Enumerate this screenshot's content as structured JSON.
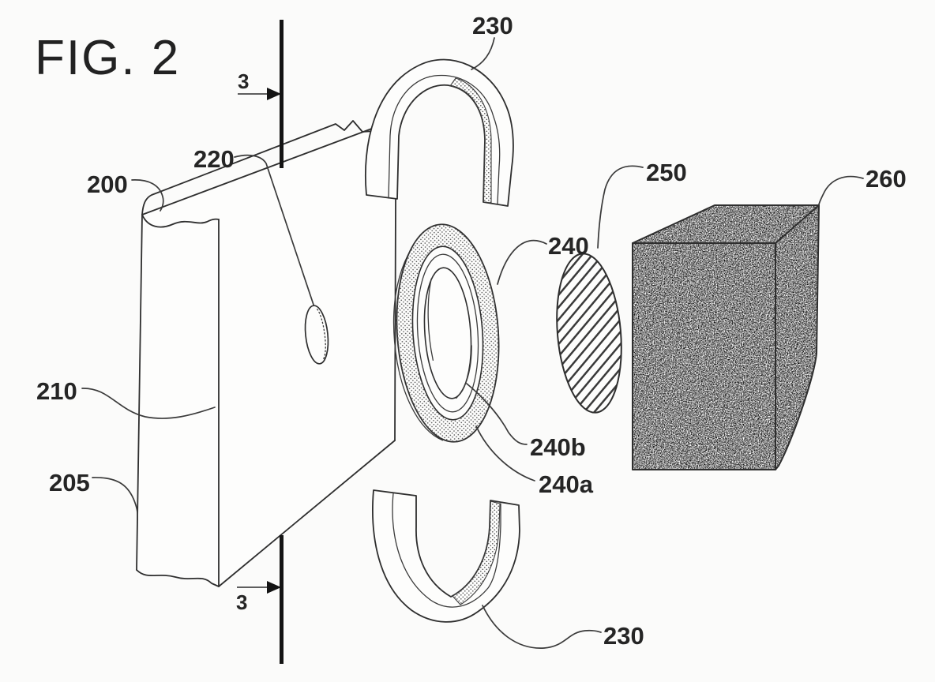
{
  "figure": {
    "label": "FIG. 2"
  },
  "refs": {
    "plate": "200",
    "plate_lower": "205",
    "plate_mid": "210",
    "button": "220",
    "ring_top": "230",
    "ring_bottom": "230",
    "ring": "240",
    "ring_a": "240a",
    "ring_b": "240b",
    "disc": "250",
    "block": "260"
  },
  "section_markers": {
    "top": "3",
    "bottom": "3"
  },
  "colors": {
    "ink": "#2e2e2e",
    "background": "#fbfbfa",
    "block_gray": "#9a9a9a",
    "stipple": "#555555"
  }
}
